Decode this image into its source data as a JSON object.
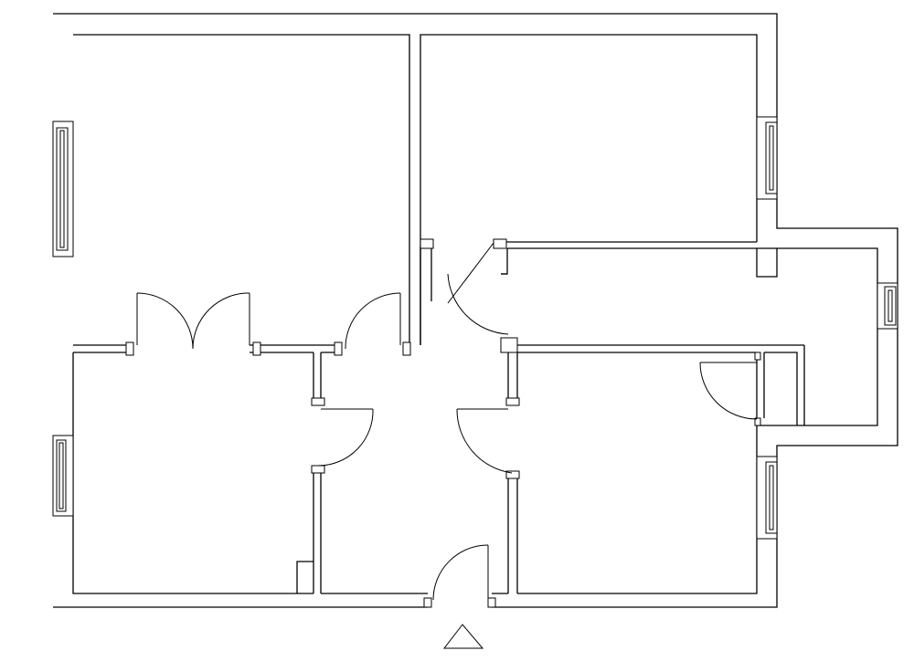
{
  "diagram": {
    "type": "floor-plan",
    "colors": {
      "line": "#000000",
      "background": "#ffffff"
    },
    "rooms": [
      {
        "id": "room-top-left"
      },
      {
        "id": "room-top-right"
      },
      {
        "id": "corridor-east"
      },
      {
        "id": "room-bottom-left"
      },
      {
        "id": "entrance-hall"
      },
      {
        "id": "room-bottom-right"
      },
      {
        "id": "small-storage"
      }
    ],
    "doors": [
      "double-door-top-left-room",
      "door-hall-to-top-left-room",
      "door-hall-to-top-right-room",
      "door-hall-to-bottom-left-room",
      "door-hall-to-bottom-right-room",
      "door-storage",
      "entrance-door"
    ],
    "windows": [
      "window-west-upper",
      "window-west-lower",
      "window-east-upper",
      "window-east-lower",
      "window-annex-east"
    ],
    "entrance_marker": "triangle-up-icon"
  }
}
